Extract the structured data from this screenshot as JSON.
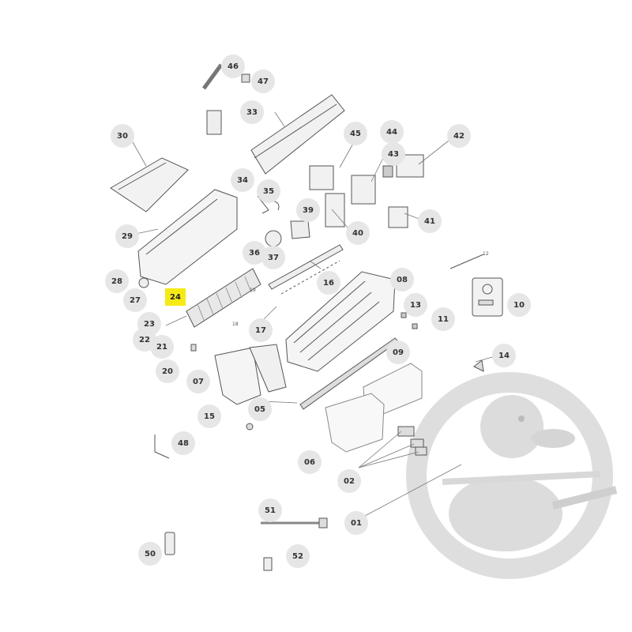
{
  "diagram": {
    "highlight_color": "#f6ea16",
    "badge_color": "#e6e6e6",
    "watermark_color": "#dcdcdc",
    "parts": [
      {
        "label": "46"
      },
      {
        "label": "47"
      },
      {
        "label": "33"
      },
      {
        "label": "30"
      },
      {
        "label": "45"
      },
      {
        "label": "44"
      },
      {
        "label": "42"
      },
      {
        "label": "43"
      },
      {
        "label": "34"
      },
      {
        "label": "35"
      },
      {
        "label": "39"
      },
      {
        "label": "41"
      },
      {
        "label": "40"
      },
      {
        "label": "29"
      },
      {
        "label": "37"
      },
      {
        "label": "36"
      },
      {
        "label": "28"
      },
      {
        "label": "27"
      },
      {
        "label": "24"
      },
      {
        "label": "16"
      },
      {
        "label": "08"
      },
      {
        "label": "23"
      },
      {
        "label": "22"
      },
      {
        "label": "21"
      },
      {
        "label": "17"
      },
      {
        "label": "13"
      },
      {
        "label": "11"
      },
      {
        "label": "10"
      },
      {
        "label": "20"
      },
      {
        "label": "09"
      },
      {
        "label": "14"
      },
      {
        "label": "07"
      },
      {
        "label": "05"
      },
      {
        "label": "15"
      },
      {
        "label": "48"
      },
      {
        "label": "06"
      },
      {
        "label": "02"
      },
      {
        "label": "51"
      },
      {
        "label": "01"
      },
      {
        "label": "50"
      },
      {
        "label": "52"
      }
    ],
    "small_labels": [
      "12",
      "19",
      "18"
    ]
  }
}
